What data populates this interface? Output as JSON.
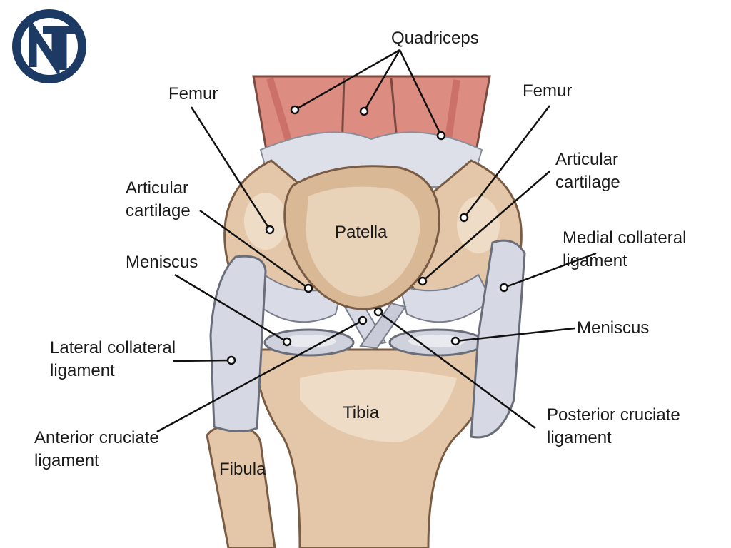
{
  "labels": {
    "quadriceps": "Quadriceps",
    "femur_left": "Femur",
    "femur_right": "Femur",
    "articular_left": [
      "Articular",
      "cartilage"
    ],
    "articular_right": [
      "Articular",
      "cartilage"
    ],
    "meniscus_left": "Meniscus",
    "meniscus_right": "Meniscus",
    "medial_collateral": [
      "Medial collateral",
      "ligament"
    ],
    "lateral_collateral": [
      "Lateral collateral",
      "ligament"
    ],
    "anterior_cruciate": [
      "Anterior cruciate",
      "ligament"
    ],
    "posterior_cruciate": [
      "Posterior cruciate",
      "ligament"
    ],
    "patella": "Patella",
    "tibia": "Tibia",
    "fibula": "Fibula"
  },
  "logo": {
    "letters": "NT",
    "color": "#1c3a63"
  },
  "colors": {
    "muscle": "#d9837a",
    "muscle_dark": "#c0605a",
    "bone": "#e6cdb0",
    "bone_shade": "#cfae8c",
    "bone_outline": "#7a5c44",
    "cartilage": "#d8dce6",
    "ligament": "#c9ccd8",
    "leader": "#111111"
  }
}
